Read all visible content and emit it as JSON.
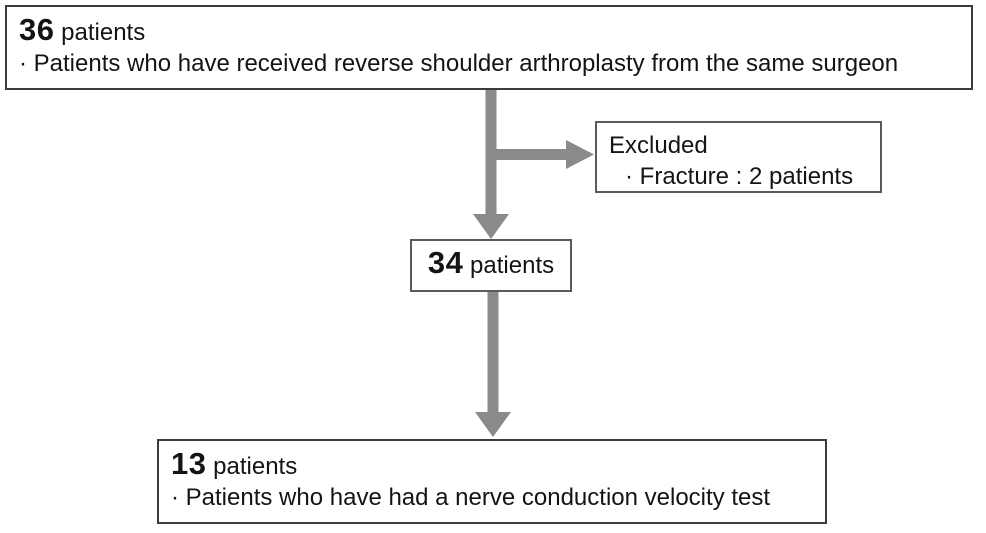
{
  "colors": {
    "background": "#ffffff",
    "arrow": "#8a8a8a",
    "border-strong": "#3c3c3c",
    "border-mid": "#5a5a5a",
    "text": "#141414"
  },
  "flowchart": {
    "initial": {
      "count": "36",
      "count_suffix": "patients",
      "bullet": "· Patients who have received reverse shoulder arthroplasty from the same surgeon"
    },
    "excluded": {
      "title": "Excluded",
      "bullet": "· Fracture : 2 patients"
    },
    "remaining": {
      "count": "34",
      "count_suffix": "patients"
    },
    "final": {
      "count": "13",
      "count_suffix": "patients",
      "bullet": "· Patients who have had a nerve conduction velocity test"
    }
  }
}
